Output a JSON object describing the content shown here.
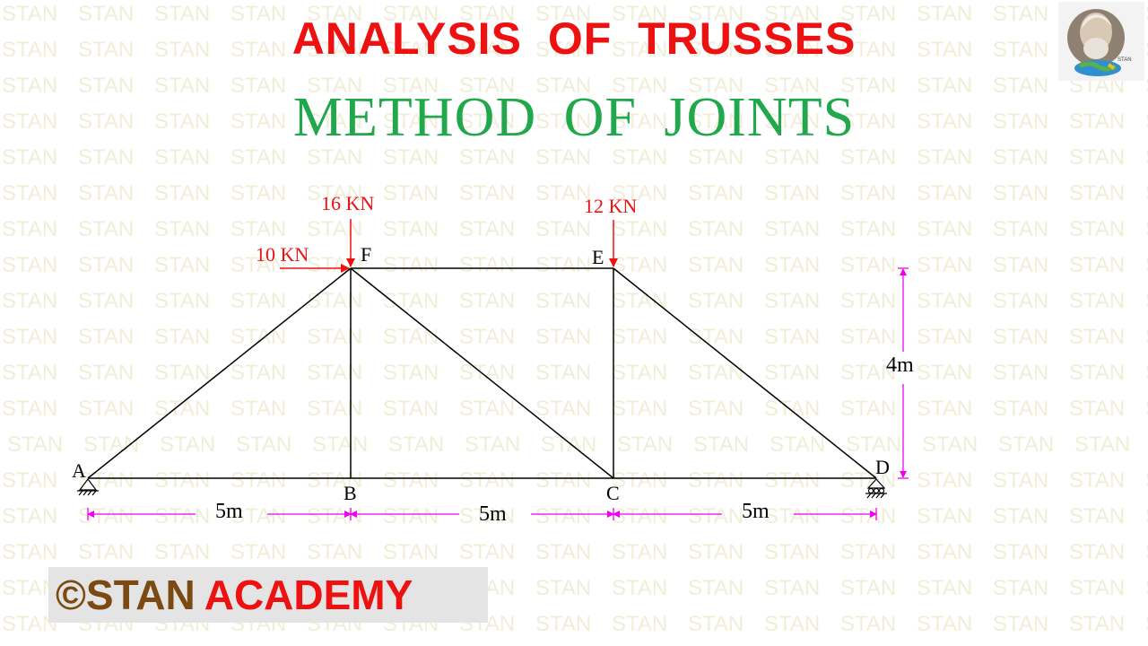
{
  "header": {
    "title": "ANALYSIS OF TRUSSES",
    "subtitle": "METHOD OF JOINTS"
  },
  "watermark": {
    "text": "STAN"
  },
  "logo": {
    "icon": "portrait-globe-logo-icon",
    "text": "STAN"
  },
  "truss": {
    "joints": {
      "A": "A",
      "B": "B",
      "C": "C",
      "D": "D",
      "E": "E",
      "F": "F"
    },
    "loads": {
      "f_vertical": "16 KN",
      "f_horizontal": "10 KN",
      "e_vertical": "12 KN"
    },
    "dimensions": {
      "span_ab": "5m",
      "span_bc": "5m",
      "span_cd": "5m",
      "height": "4m"
    },
    "colors": {
      "member": "#000000",
      "load_arrow": "#ee1111",
      "dimension_line": "#ee00ee",
      "load_text": "#ee1111"
    }
  },
  "brand": {
    "copyright": "©",
    "name_part1": "STAN",
    "name_part2": "ACADEMY"
  }
}
